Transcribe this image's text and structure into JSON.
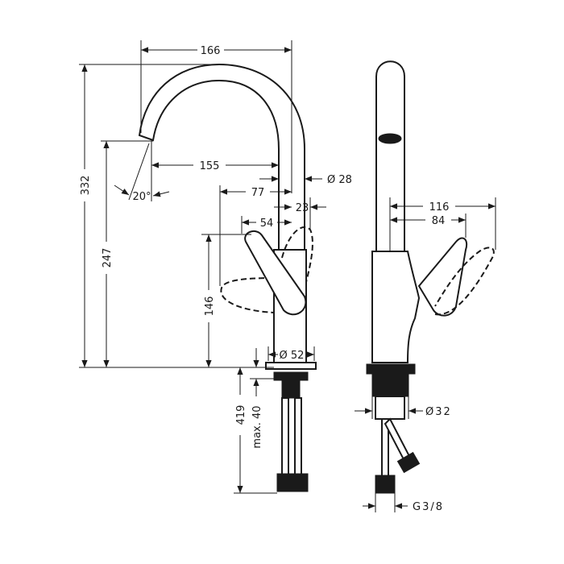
{
  "drawing": {
    "front_view": {
      "spout_reach": "166",
      "total_height": "332",
      "spout_outlet_reach": "155",
      "spout_angle": "20°",
      "spout_diameter": "Ø 28",
      "lever_reach_open": "77",
      "lever_offset": "23",
      "lever_reach": "54",
      "spout_outlet_height": "247",
      "lever_height": "146",
      "base_diameter": "Ø 52",
      "supply_length": "419",
      "max_thickness": "max. 40"
    },
    "side_view": {
      "lever_reach_open": "116",
      "lever_reach": "84",
      "shank_diameter": "Ø32",
      "connection_thread": "G3/8"
    }
  }
}
